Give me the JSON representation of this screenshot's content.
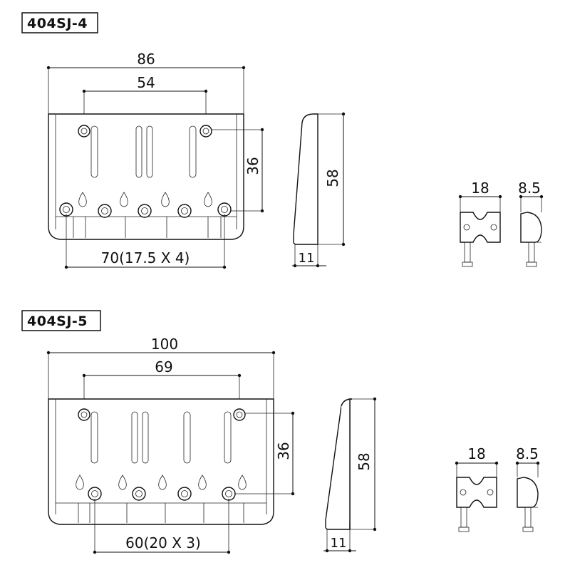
{
  "models": [
    {
      "id": "404sj-4",
      "label": "404SJ-4",
      "dims": {
        "overall_width": "86",
        "mount_width": "54",
        "mount_height": "36",
        "string_spacing": "70(17.5 X 4)",
        "side_height": "58",
        "side_depth": "11",
        "saddle_width": "18",
        "saddle_depth": "8.5"
      }
    },
    {
      "id": "404sj-5",
      "label": "404SJ-5",
      "dims": {
        "overall_width": "100",
        "mount_width": "69",
        "mount_height": "36",
        "string_spacing": "60(20 X 3)",
        "side_height": "58",
        "side_depth": "11",
        "saddle_width": "18",
        "saddle_depth": "8.5"
      }
    }
  ]
}
